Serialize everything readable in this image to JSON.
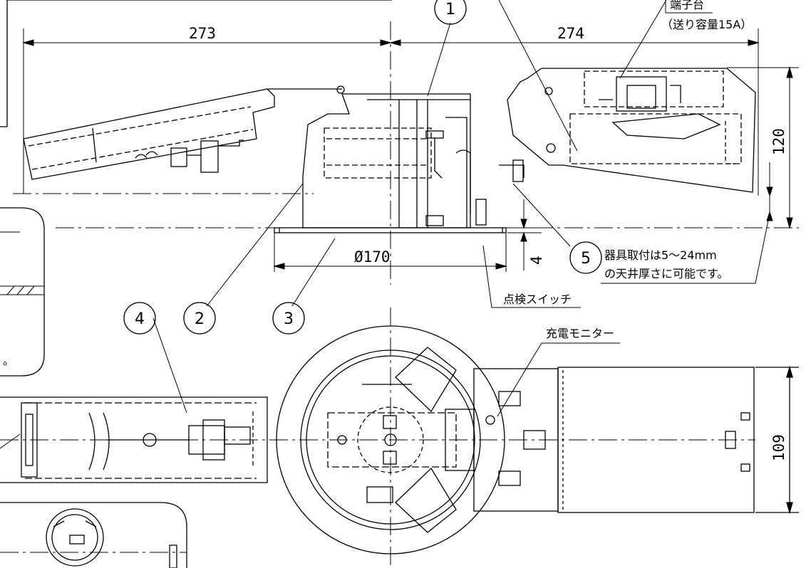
{
  "dimensions": {
    "width_left": "273",
    "width_right": "274",
    "height": "120",
    "diameter": "Ø170",
    "ceiling_offset": "4",
    "body_width": "109"
  },
  "labels": {
    "terminal_block": "端子台",
    "terminal_capacity": "（送り容量15A）",
    "mounting_note_line1": "器具取付は5～24mm",
    "mounting_note_line2": "の天井厚さに可能です。",
    "inspection_switch": "点検スイッチ",
    "charge_monitor": "充電モニター"
  },
  "callouts": [
    "1",
    "2",
    "3",
    "4",
    "5"
  ],
  "inset_fragment": "。"
}
